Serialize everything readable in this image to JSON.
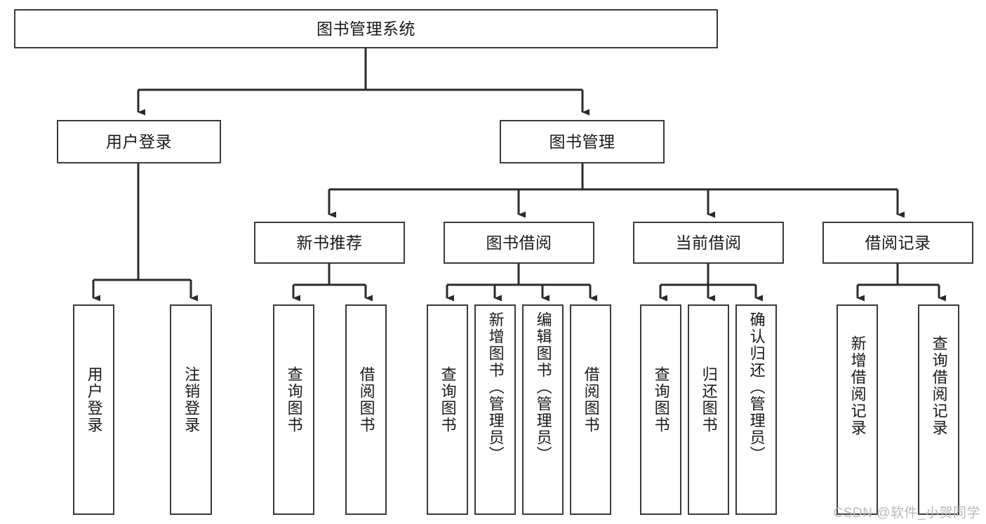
{
  "diagram": {
    "title": "图书管理系统",
    "type": "tree-hierarchy-chart",
    "colors": {
      "box_border": "#3a3a3a",
      "box_fill": "#ffffff",
      "connector": "#2b2b2b",
      "text": "#1a1a1a",
      "watermark": "#b9b9b9"
    },
    "root": {
      "label": "图书管理系统"
    },
    "level2": [
      {
        "label": "用户登录"
      },
      {
        "label": "图书管理"
      }
    ],
    "level3": [
      {
        "label": "新书推荐"
      },
      {
        "label": "图书借阅"
      },
      {
        "label": "当前借阅"
      },
      {
        "label": "借阅记录"
      }
    ],
    "leaves": {
      "user_login": [
        {
          "label": "用户登录"
        },
        {
          "label": "注销登录"
        }
      ],
      "new_book_recommend": [
        {
          "label": "查询图书"
        },
        {
          "label": "借阅图书"
        }
      ],
      "book_borrow": [
        {
          "label": "查询图书"
        },
        {
          "label": "新增图书（管理员）"
        },
        {
          "label": "编辑图书（管理员）"
        },
        {
          "label": "借阅图书"
        }
      ],
      "current_borrow": [
        {
          "label": "查询图书"
        },
        {
          "label": "归还图书"
        },
        {
          "label": "确认归还（管理员）"
        }
      ],
      "borrow_record": [
        {
          "label": "新增借阅记录"
        },
        {
          "label": "查询借阅记录"
        }
      ]
    }
  },
  "watermark": {
    "text": "CSDN @软件_小贺同学"
  }
}
